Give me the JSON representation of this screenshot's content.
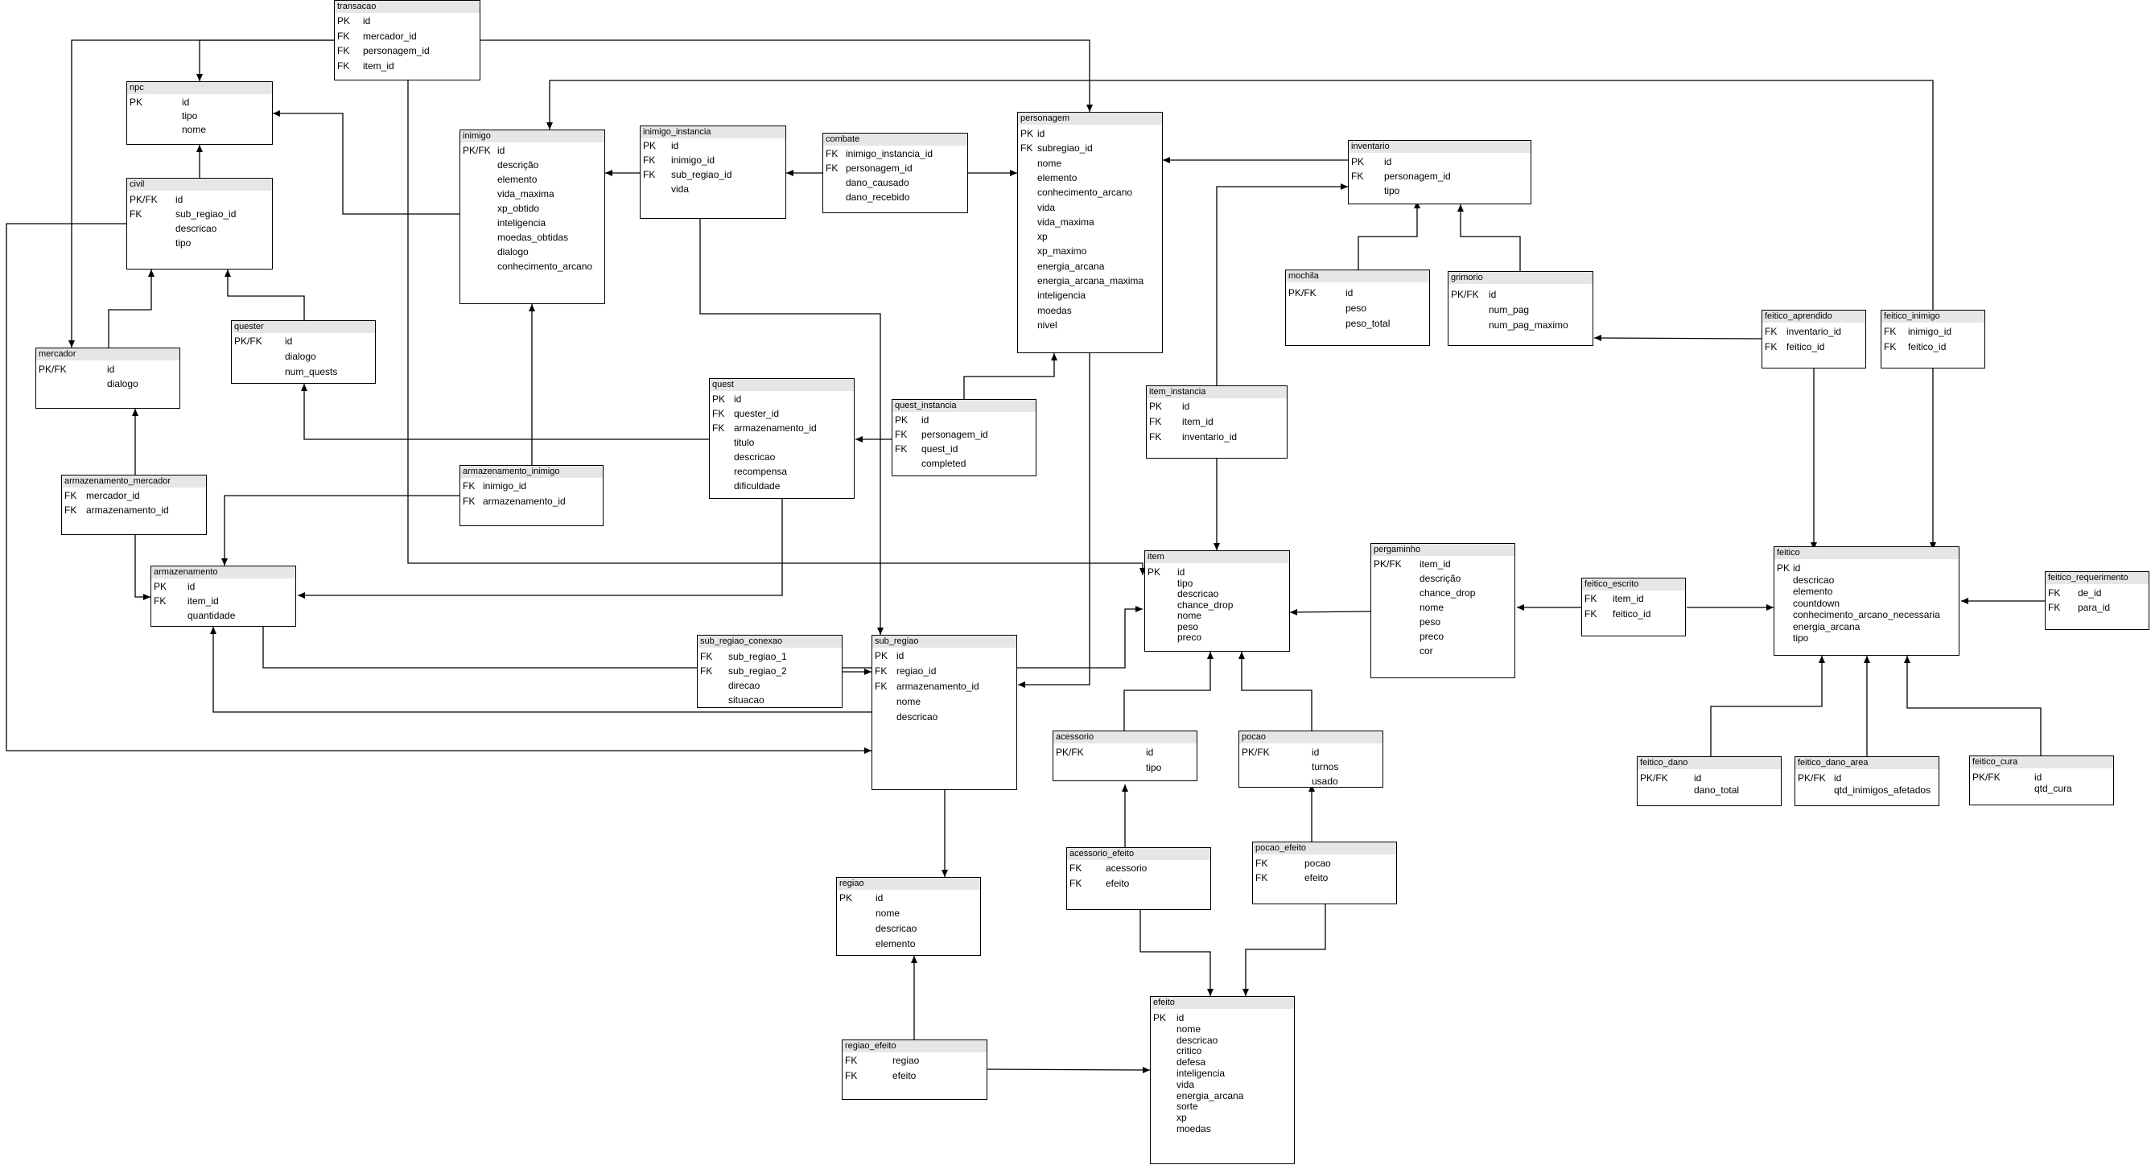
{
  "tables": [
    {
      "id": "transacao",
      "title": "transacao",
      "rows": [
        [
          "PK",
          "id"
        ],
        [
          "FK",
          "mercador_id"
        ],
        [
          "FK",
          "personagem_id"
        ],
        [
          "FK",
          "item_id"
        ]
      ]
    },
    {
      "id": "npc",
      "title": "npc",
      "rows": [
        [
          "PK",
          "id"
        ],
        [
          "",
          "tipo"
        ],
        [
          "",
          "nome"
        ]
      ]
    },
    {
      "id": "civil",
      "title": "civil",
      "rows": [
        [
          "PK/FK",
          "id"
        ],
        [
          "FK",
          "sub_regiao_id"
        ],
        [
          "",
          "descricao"
        ],
        [
          "",
          "tipo"
        ]
      ]
    },
    {
      "id": "mercador",
      "title": "mercador",
      "rows": [
        [
          "PK/FK",
          "id"
        ],
        [
          "",
          "dialogo"
        ]
      ]
    },
    {
      "id": "quester",
      "title": "quester",
      "rows": [
        [
          "PK/FK",
          "id"
        ],
        [
          "",
          "dialogo"
        ],
        [
          "",
          "num_quests"
        ]
      ]
    },
    {
      "id": "armazenamento_mercador",
      "title": "armazenamento_mercador",
      "rows": [
        [
          "FK",
          "mercador_id"
        ],
        [
          "FK",
          "armazenamento_id"
        ]
      ]
    },
    {
      "id": "armazenamento",
      "title": "armazenamento",
      "rows": [
        [
          "PK",
          "id"
        ],
        [
          "FK",
          "item_id"
        ],
        [
          "",
          "quantidade"
        ]
      ]
    },
    {
      "id": "inimigo",
      "title": "inimigo",
      "rows": [
        [
          "PK/FK",
          "id"
        ],
        [
          "",
          "descrição"
        ],
        [
          "",
          "elemento"
        ],
        [
          "",
          "vida_maxima"
        ],
        [
          "",
          "xp_obtido"
        ],
        [
          "",
          "inteligencia"
        ],
        [
          "",
          "moedas_obtidas"
        ],
        [
          "",
          "dialogo"
        ],
        [
          "",
          "conhecimento_arcano"
        ]
      ]
    },
    {
      "id": "inimigo_instancia",
      "title": "inimigo_instancia",
      "rows": [
        [
          "PK",
          "id"
        ],
        [
          "FK",
          "inimigo_id"
        ],
        [
          "FK",
          "sub_regiao_id"
        ],
        [
          "",
          "vida"
        ]
      ]
    },
    {
      "id": "combate",
      "title": "combate",
      "rows": [
        [
          "FK",
          "inimigo_instancia_id"
        ],
        [
          "FK",
          "personagem_id"
        ],
        [
          "",
          "dano_causado"
        ],
        [
          "",
          "dano_recebido"
        ]
      ]
    },
    {
      "id": "armazenamento_inimigo",
      "title": "armazenamento_inimigo",
      "rows": [
        [
          "FK",
          "inimigo_id"
        ],
        [
          "FK",
          "armazenamento_id"
        ]
      ]
    },
    {
      "id": "quest",
      "title": "quest",
      "rows": [
        [
          "PK",
          "id"
        ],
        [
          "FK",
          "quester_id"
        ],
        [
          "FK",
          "armazenamento_id"
        ],
        [
          "",
          "titulo"
        ],
        [
          "",
          "descricao"
        ],
        [
          "",
          "recompensa"
        ],
        [
          "",
          "dificuldade"
        ]
      ]
    },
    {
      "id": "quest_instancia",
      "title": "quest_instancia",
      "rows": [
        [
          "PK",
          "id"
        ],
        [
          "FK",
          "personagem_id"
        ],
        [
          "FK",
          "quest_id"
        ],
        [
          "",
          "completed"
        ]
      ]
    },
    {
      "id": "personagem",
      "title": "personagem",
      "rows": [
        [
          "PK",
          "id"
        ],
        [
          "FK",
          "subregiao_id"
        ],
        [
          "",
          "nome"
        ],
        [
          "",
          "elemento"
        ],
        [
          "",
          "conhecimento_arcano"
        ],
        [
          "",
          "vida"
        ],
        [
          "",
          "vida_maxima"
        ],
        [
          "",
          "xp"
        ],
        [
          "",
          "xp_maximo"
        ],
        [
          "",
          "energia_arcana"
        ],
        [
          "",
          "energia_arcana_maxima"
        ],
        [
          "",
          "inteligencia"
        ],
        [
          "",
          "moedas"
        ],
        [
          "",
          "nivel"
        ]
      ]
    },
    {
      "id": "inventario",
      "title": "inventario",
      "rows": [
        [
          "PK",
          "id"
        ],
        [
          "FK",
          "personagem_id"
        ],
        [
          "",
          "tipo"
        ]
      ]
    },
    {
      "id": "mochila",
      "title": "mochila",
      "rows": [
        [
          "PK/FK",
          "id"
        ],
        [
          "",
          "peso"
        ],
        [
          "",
          "peso_total"
        ]
      ]
    },
    {
      "id": "grimorio",
      "title": "grimorio",
      "rows": [
        [
          "PK/FK",
          "id"
        ],
        [
          "",
          "num_pag"
        ],
        [
          "",
          "num_pag_maximo"
        ]
      ]
    },
    {
      "id": "item_instancia",
      "title": "item_instancia",
      "rows": [
        [
          "PK",
          "id"
        ],
        [
          "FK",
          "item_id"
        ],
        [
          "FK",
          "inventario_id"
        ]
      ]
    },
    {
      "id": "item",
      "title": "item",
      "rows": [
        [
          "PK",
          "id"
        ],
        [
          "",
          "tipo"
        ],
        [
          "",
          "descricao"
        ],
        [
          "",
          "chance_drop"
        ],
        [
          "",
          "nome"
        ],
        [
          "",
          "peso"
        ],
        [
          "",
          "preco"
        ]
      ]
    },
    {
      "id": "pergaminho",
      "title": "pergaminho",
      "rows": [
        [
          "PK/FK",
          "item_id"
        ],
        [
          "",
          "descrição"
        ],
        [
          "",
          "chance_drop"
        ],
        [
          "",
          "nome"
        ],
        [
          "",
          "peso"
        ],
        [
          "",
          "preco"
        ],
        [
          "",
          "cor"
        ]
      ]
    },
    {
      "id": "feitico_escrito",
      "title": "feitico_escrito",
      "rows": [
        [
          "FK",
          "item_id"
        ],
        [
          "FK",
          "feitico_id"
        ]
      ]
    },
    {
      "id": "feitico_aprendido",
      "title": "feitico_aprendido",
      "rows": [
        [
          "FK",
          "inventario_id"
        ],
        [
          "FK",
          "feitico_id"
        ]
      ]
    },
    {
      "id": "feitico_inimigo",
      "title": "feitico_inimigo",
      "rows": [
        [
          "FK",
          "inimigo_id"
        ],
        [
          "FK",
          "feitico_id"
        ]
      ]
    },
    {
      "id": "feitico",
      "title": "feitico",
      "rows": [
        [
          "PK",
          "id"
        ],
        [
          "",
          "descricao"
        ],
        [
          "",
          "elemento"
        ],
        [
          "",
          "countdown"
        ],
        [
          "",
          "conhecimento_arcano_necessaria"
        ],
        [
          "",
          "energia_arcana"
        ],
        [
          "",
          "tipo"
        ]
      ]
    },
    {
      "id": "feitico_requerimento",
      "title": "feitico_requerimento",
      "rows": [
        [
          "FK",
          "de_id"
        ],
        [
          "FK",
          "para_id"
        ]
      ]
    },
    {
      "id": "feitico_dano",
      "title": "feitico_dano",
      "rows": [
        [
          "PK/FK",
          "id"
        ],
        [
          "",
          "dano_total"
        ]
      ]
    },
    {
      "id": "feitico_dano_area",
      "title": "feitico_dano_area",
      "rows": [
        [
          "PK/FK",
          "id"
        ],
        [
          "",
          "qtd_inimigos_afetados"
        ]
      ]
    },
    {
      "id": "feitico_cura",
      "title": "feitico_cura",
      "rows": [
        [
          "PK/FK",
          "id"
        ],
        [
          "",
          "qtd_cura"
        ]
      ]
    },
    {
      "id": "sub_regiao_conexao",
      "title": "sub_regiao_conexao",
      "rows": [
        [
          "FK",
          "sub_regiao_1"
        ],
        [
          "FK",
          "sub_regiao_2"
        ],
        [
          "",
          "direcao"
        ],
        [
          "",
          "situacao"
        ]
      ]
    },
    {
      "id": "sub_regiao",
      "title": "sub_regiao",
      "rows": [
        [
          "PK",
          "id"
        ],
        [
          "FK",
          "regiao_id"
        ],
        [
          "FK",
          "armazenamento_id"
        ],
        [
          "",
          "nome"
        ],
        [
          "",
          "descricao"
        ]
      ]
    },
    {
      "id": "acessorio",
      "title": "acessorio",
      "rows": [
        [
          "PK/FK",
          "id"
        ],
        [
          "",
          "tipo"
        ]
      ]
    },
    {
      "id": "pocao",
      "title": "pocao",
      "rows": [
        [
          "PK/FK",
          "id"
        ],
        [
          "",
          "turnos"
        ],
        [
          "",
          "usado"
        ]
      ]
    },
    {
      "id": "acessorio_efeito",
      "title": "acessorio_efeito",
      "rows": [
        [
          "FK",
          "acessorio"
        ],
        [
          "FK",
          "efeito"
        ]
      ]
    },
    {
      "id": "pocao_efeito",
      "title": "pocao_efeito",
      "rows": [
        [
          "FK",
          "pocao"
        ],
        [
          "FK",
          "efeito"
        ]
      ]
    },
    {
      "id": "regiao",
      "title": "regiao",
      "rows": [
        [
          "PK",
          "id"
        ],
        [
          "",
          "nome"
        ],
        [
          "",
          "descricao"
        ],
        [
          "",
          "elemento"
        ]
      ]
    },
    {
      "id": "regiao_efeito",
      "title": "regiao_efeito",
      "rows": [
        [
          "FK",
          "regiao"
        ],
        [
          "FK",
          "efeito"
        ]
      ]
    },
    {
      "id": "efeito",
      "title": "efeito",
      "rows": [
        [
          "PK",
          "id"
        ],
        [
          "",
          "nome"
        ],
        [
          "",
          "descricao"
        ],
        [
          "",
          "critico"
        ],
        [
          "",
          "defesa"
        ],
        [
          "",
          "inteligencia"
        ],
        [
          "",
          "vida"
        ],
        [
          "",
          "energia_arcana"
        ],
        [
          "",
          "sorte"
        ],
        [
          "",
          "xp"
        ],
        [
          "",
          "moedas"
        ]
      ]
    }
  ]
}
